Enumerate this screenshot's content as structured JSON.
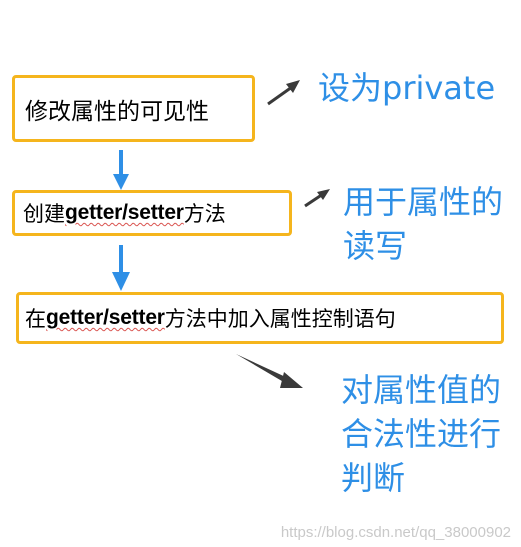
{
  "steps": [
    {
      "pre": "修改属性的可见性",
      "code": "",
      "post": ""
    },
    {
      "pre": "创建 ",
      "code": "getter/setter",
      "post": " 方法"
    },
    {
      "pre": "在 ",
      "code": "getter/setter",
      "post": " 方法中加入属性控制语句"
    }
  ],
  "notes": [
    "设为private",
    "用于属性的读写",
    "对属性值的合法性进行判断"
  ],
  "watermark": "https://blog.csdn.net/qq_38000902",
  "colors": {
    "box_border": "#f5b51d",
    "note_text": "#2e8fe6",
    "down_arrow": "#2e8fe6",
    "side_arrow": "#3a3a3a"
  }
}
